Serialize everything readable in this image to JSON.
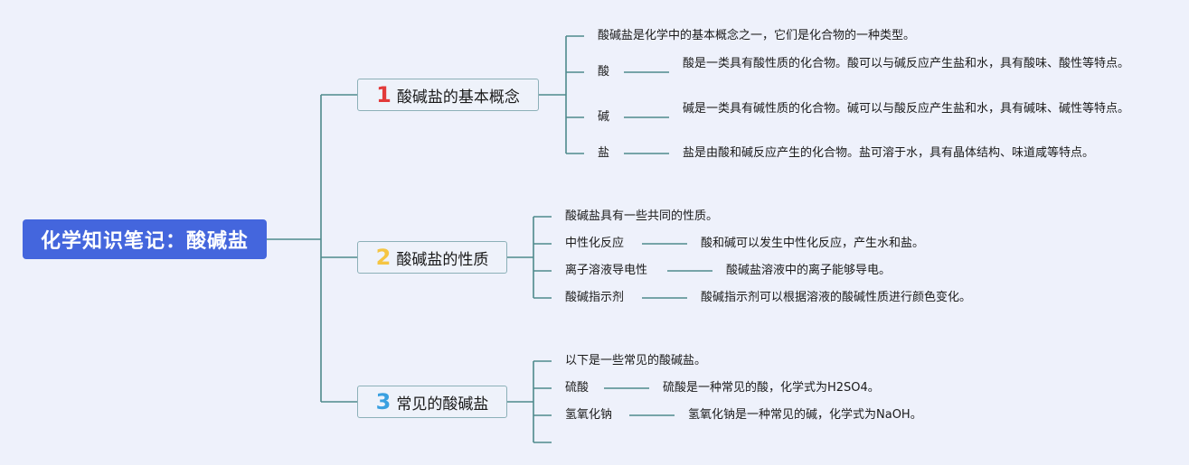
{
  "root": {
    "title": "化学知识笔记：酸碱盐"
  },
  "colors": {
    "root_bg": "#4466dd",
    "line": "#4e8a8c",
    "num1": "#e23a3a",
    "num2": "#f5c542",
    "num3": "#3aa0e0"
  },
  "branches": [
    {
      "num": "1",
      "title": "酸碱盐的基本概念",
      "intro": "酸碱盐是化学中的基本概念之一，它们是化合物的一种类型。",
      "items": [
        {
          "term": "酸",
          "desc": "酸是一类具有酸性质的化合物。酸可以与碱反应产生盐和水，具有酸味、酸性等特点。"
        },
        {
          "term": "碱",
          "desc": "碱是一类具有碱性质的化合物。碱可以与酸反应产生盐和水，具有碱味、碱性等特点。"
        },
        {
          "term": "盐",
          "desc": "盐是由酸和碱反应产生的化合物。盐可溶于水，具有晶体结构、味道咸等特点。"
        }
      ]
    },
    {
      "num": "2",
      "title": "酸碱盐的性质",
      "intro": "酸碱盐具有一些共同的性质。",
      "items": [
        {
          "term": "中性化反应",
          "desc": "酸和碱可以发生中性化反应，产生水和盐。"
        },
        {
          "term": "离子溶液导电性",
          "desc": "酸碱盐溶液中的离子能够导电。"
        },
        {
          "term": "酸碱指示剂",
          "desc": "酸碱指示剂可以根据溶液的酸碱性质进行颜色变化。"
        }
      ]
    },
    {
      "num": "3",
      "title": "常见的酸碱盐",
      "intro": "以下是一些常见的酸碱盐。",
      "items": [
        {
          "term": "硫酸",
          "desc": "硫酸是一种常见的酸，化学式为H2SO4。"
        },
        {
          "term": "氢氧化钠",
          "desc": "氢氧化钠是一种常见的碱，化学式为NaOH。"
        }
      ]
    }
  ]
}
